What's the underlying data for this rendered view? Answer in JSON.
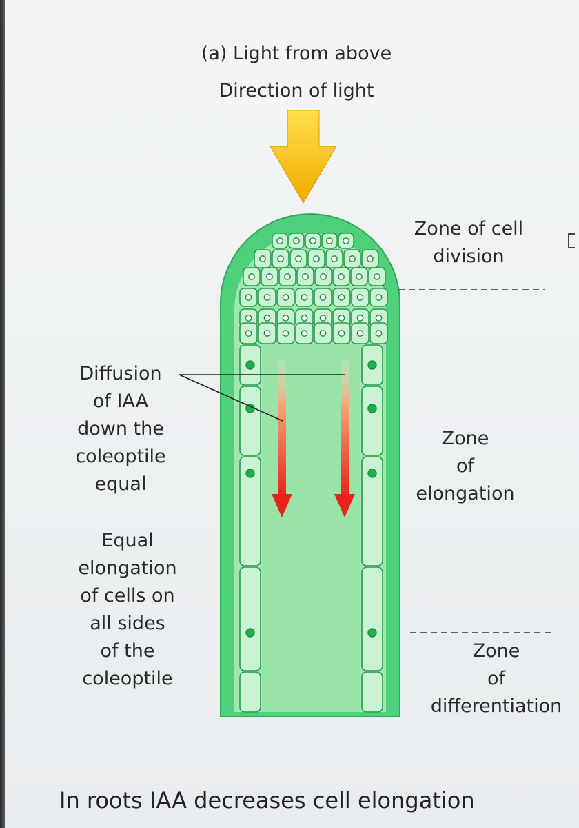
{
  "header": {
    "title": "(a) Light from above",
    "direction_label": "Direction of light"
  },
  "zones": {
    "division": [
      "Zone of cell",
      "division"
    ],
    "elongation": [
      "Zone",
      "of",
      "elongation"
    ],
    "differentiation": [
      "Zone",
      "of",
      "differentiation"
    ]
  },
  "left_labels": {
    "diffusion": [
      "Diffusion",
      "of IAA",
      "down the",
      "coleoptile",
      "equal"
    ],
    "equal_elongation": [
      "Equal",
      "elongation",
      "of cells on",
      "all sides",
      "of the",
      "coleoptile"
    ]
  },
  "footer": "In roots IAA decreases cell elongation",
  "colors": {
    "light_arrow": "#f6c200",
    "coleoptile_outer": "#4fd07a",
    "coleoptile_inner": "#9ee8b0",
    "cell_fill": "#c9f3d3",
    "nucleus": "#1fb04e",
    "iaa_arrow": "#e8231c"
  }
}
